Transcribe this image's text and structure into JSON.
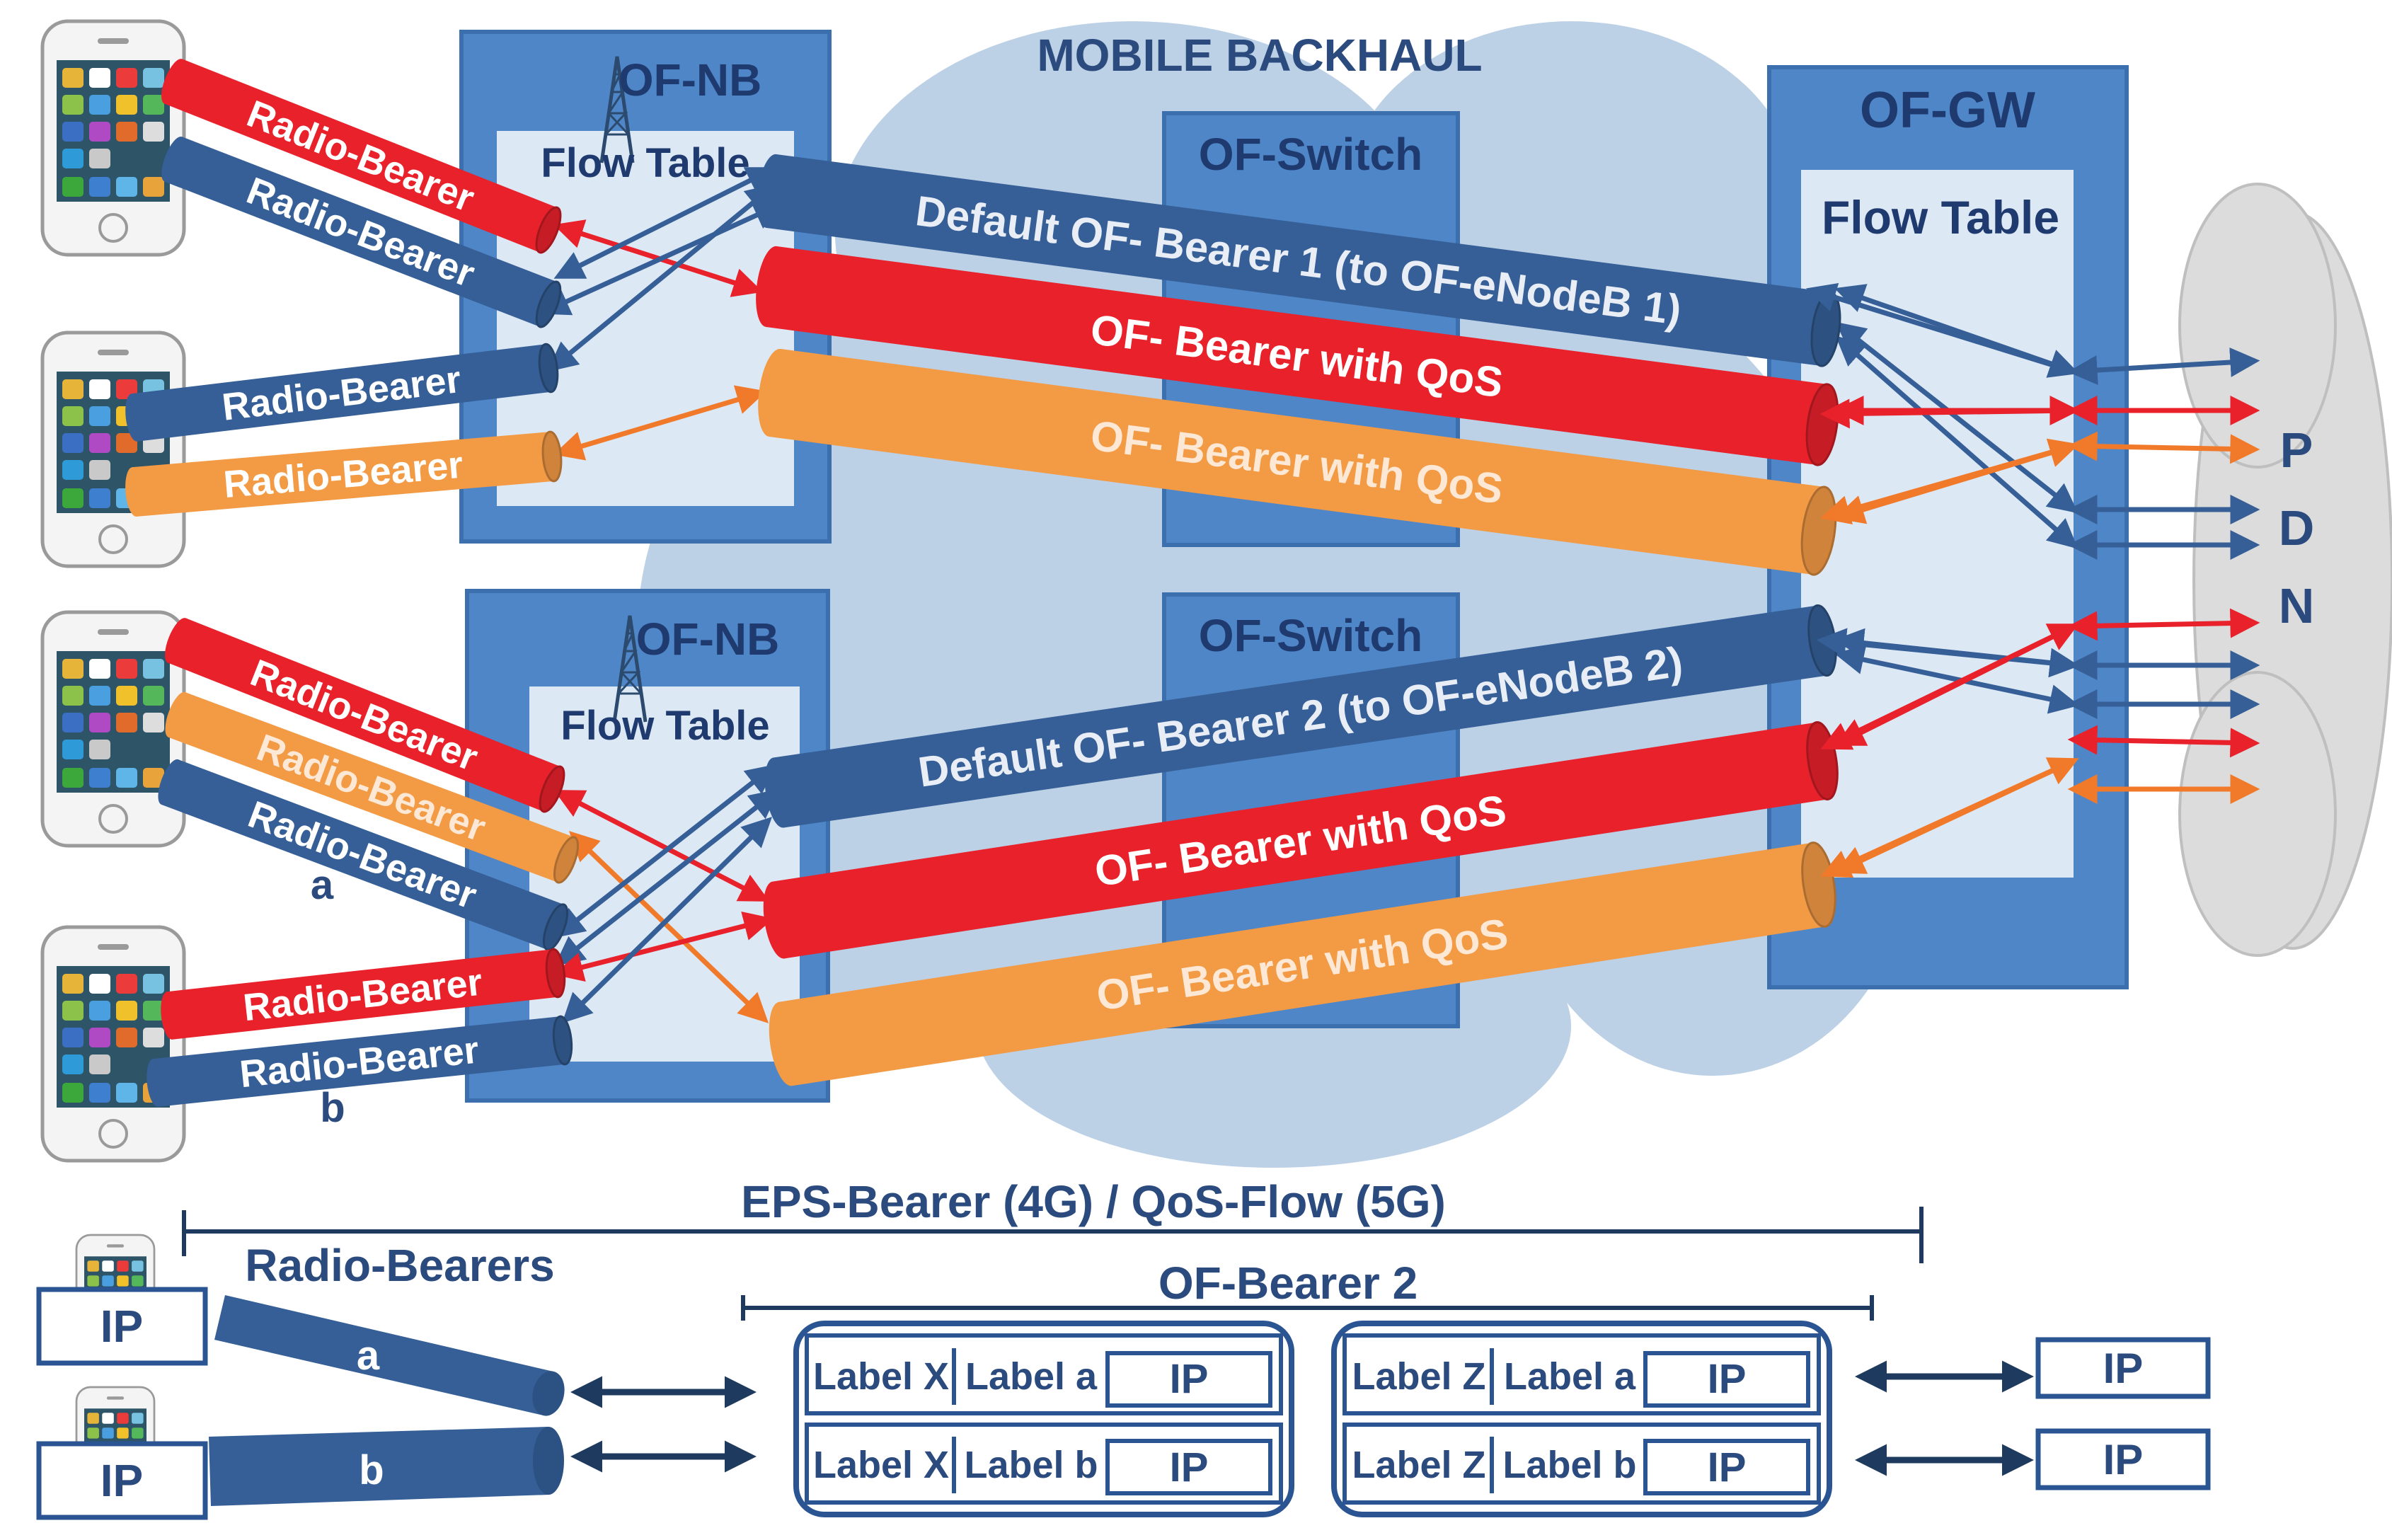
{
  "title": "MOBILE BACKHAUL",
  "nodes": {
    "nb_top": {
      "title": "OF-NB",
      "table": "Flow Table"
    },
    "nb_bottom": {
      "title": "OF-NB",
      "table": "Flow Table"
    },
    "switch_top": {
      "title": "OF-Switch"
    },
    "switch_bottom": {
      "title": "OF-Switch"
    },
    "gw": {
      "title": "OF-GW",
      "table": "Flow Table"
    },
    "pdn": {
      "letters": [
        "P",
        "D",
        "N"
      ]
    }
  },
  "radio_bearers": {
    "rb1": "Radio-Bearer",
    "rb2": "Radio-Bearer",
    "rb3": "Radio-Bearer",
    "rb4": "Radio-Bearer",
    "rb5": "Radio-Bearer",
    "rb6": "Radio-Bearer",
    "rb7": "Radio-Bearer",
    "rb8": "Radio-Bearer",
    "rb9": "Radio-Bearer"
  },
  "ue_labels": {
    "a": "a",
    "b": "b"
  },
  "of_bearers": {
    "default1": "Default OF- Bearer 1 (to OF-eNodeB 1)",
    "qos1": "OF- Bearer with QoS",
    "qos2": "OF- Bearer with QoS",
    "default2": "Default OF- Bearer 2 (to OF-eNodeB 2)",
    "qos3": "OF- Bearer with QoS",
    "qos4": "OF- Bearer with QoS"
  },
  "legend": {
    "eps": "EPS-Bearer (4G) / QoS-Flow (5G)",
    "radio_bearers": "Radio-Bearers",
    "of_bearer2": "OF-Bearer 2",
    "ip": "IP",
    "tube_a": "a",
    "tube_b": "b",
    "pkt1": {
      "l1": "Label X",
      "l2": "Label a",
      "ip": "IP"
    },
    "pkt2": {
      "l1": "Label X",
      "l2": "Label b",
      "ip": "IP"
    },
    "pkt3": {
      "l1": "Label Z",
      "l2": "Label a",
      "ip": "IP"
    },
    "pkt4": {
      "l1": "Label Z",
      "l2": "Label b",
      "ip": "IP"
    }
  },
  "colors": {
    "blue": "#355f96",
    "red": "#e8212b",
    "orange": "#f39a45",
    "box": "#4f86c8",
    "inner": "#dde8f5",
    "cloud": "#bcd0e6",
    "navy": "#1f3a5f"
  }
}
